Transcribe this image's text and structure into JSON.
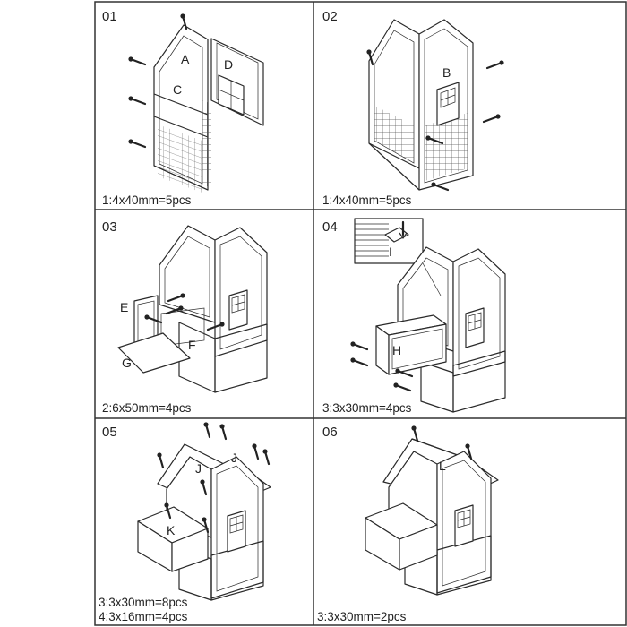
{
  "panels": [
    {
      "step": "01",
      "parts": [
        "A",
        "C",
        "D"
      ],
      "specs": [
        "1:4x40mm=5pcs"
      ]
    },
    {
      "step": "02",
      "parts": [
        "B"
      ],
      "specs": [
        "1:4x40mm=5pcs"
      ]
    },
    {
      "step": "03",
      "parts": [
        "E",
        "F",
        "G"
      ],
      "specs": [
        "2:6x50mm=4pcs"
      ]
    },
    {
      "step": "04",
      "parts": [
        "I",
        "H"
      ],
      "specs": [
        "3:3x30mm=4pcs"
      ]
    },
    {
      "step": "05",
      "parts": [
        "J",
        "J",
        "K"
      ],
      "specs": [
        "3:3x30mm=8pcs",
        "4:3x16mm=4pcs"
      ]
    },
    {
      "step": "06",
      "parts": [
        "L"
      ],
      "specs": [
        "3:3x30mm=2pcs"
      ]
    }
  ],
  "colors": {
    "line": "#2a2a2a",
    "frame": "#333333",
    "background": "#ffffff"
  },
  "icons": [
    "screw-icon"
  ]
}
